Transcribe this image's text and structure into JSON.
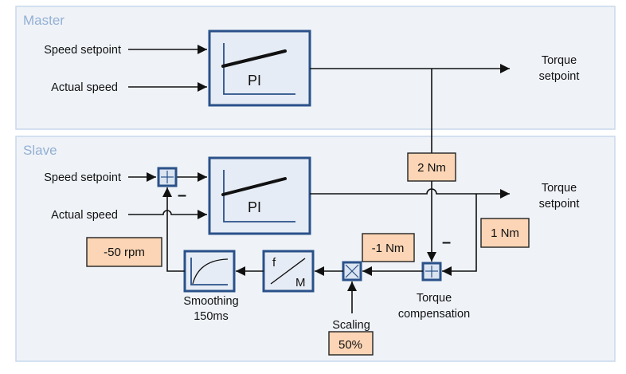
{
  "master": {
    "title": "Master",
    "inputs": [
      "Speed setpoint",
      "Actual speed"
    ],
    "controller": "PI",
    "output_line1": "Torque",
    "output_line2": "setpoint"
  },
  "slave": {
    "title": "Slave",
    "inputs": [
      "Speed setpoint",
      "Actual speed"
    ],
    "controller": "PI",
    "output_line1": "Torque",
    "output_line2": "setpoint",
    "speed_offset": "-50 rpm",
    "minus_sign": "–",
    "master_torque": "2 Nm",
    "slave_torque": "1 Nm",
    "compensation_result": "-1 Nm",
    "compensation_label_1": "Torque",
    "compensation_label_2": "compensation",
    "scaling_label": "Scaling",
    "scaling_value": "50%",
    "fm_f": "f",
    "fm_m": "M",
    "smoothing_label_1": "Smoothing",
    "smoothing_label_2": "150ms"
  }
}
